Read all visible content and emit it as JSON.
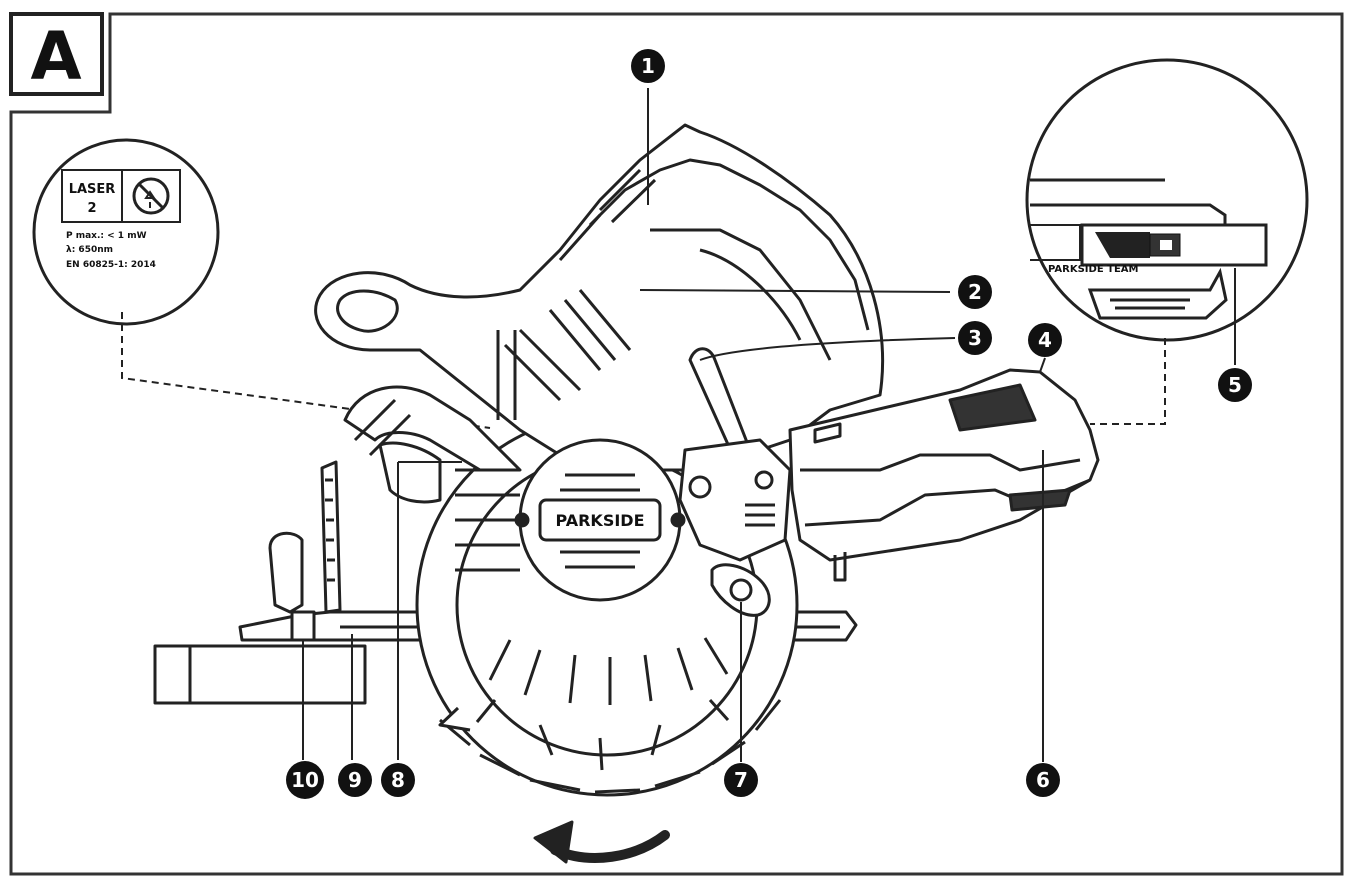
{
  "panel_letter": "A",
  "laser_label": {
    "class_title": "LASER",
    "class_number": "2",
    "pmax": "P max.: < 1 mW",
    "wavelength": "λ: 650nm",
    "standard": "EN 60825-1: 2014"
  },
  "brand_plate": "PARKSIDE",
  "battery_badge": "PARKSIDE TEAM",
  "callouts": [
    "1",
    "2",
    "3",
    "4",
    "5",
    "6",
    "7",
    "8",
    "9",
    "10"
  ]
}
